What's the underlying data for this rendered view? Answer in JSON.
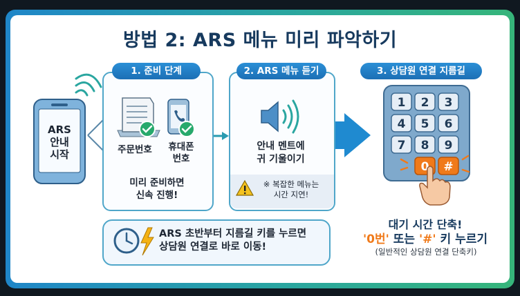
{
  "title": "방법 2: ARS 메뉴 미리 파악하기",
  "phone": {
    "line1": "ARS",
    "line2": "안내",
    "line3": "시작"
  },
  "steps": [
    {
      "label": "1. 준비 단계"
    },
    {
      "label": "2. ARS 메뉴 듣기"
    },
    {
      "label": "3. 상담원 연결 지름길"
    }
  ],
  "step1": {
    "item1": "주문번호",
    "item2_line1": "휴대폰",
    "item2_line2": "번호",
    "tip_line1": "미리 준비하면",
    "tip_line2": "신속 진행!"
  },
  "step2": {
    "text_line1": "안내 멘트에",
    "text_line2": "귀 기울이기",
    "warn_line1": "※ 복잡한 메뉴는",
    "warn_line2": "시간 지연!"
  },
  "keypad": [
    "1",
    "2",
    "3",
    "4",
    "5",
    "6",
    "7",
    "8",
    "9",
    "0",
    "#"
  ],
  "step3": {
    "headline": "대기 시간 단축!",
    "key0": "'0번'",
    "or": "또는",
    "keyhash": "'#'",
    "press": "키 누르기",
    "caption": "(일반적인 상담원 연결 단축키)"
  },
  "bottom": {
    "line1": "ARS 초반부터 지름길 키를 누르면",
    "line2": "상담원 연결로 바로 이동!"
  },
  "colors": {
    "accent": "#1c6fb5",
    "orange": "#f07a1a",
    "navy": "#173a5e",
    "teal": "#2aa6a0",
    "green": "#27a96c"
  }
}
